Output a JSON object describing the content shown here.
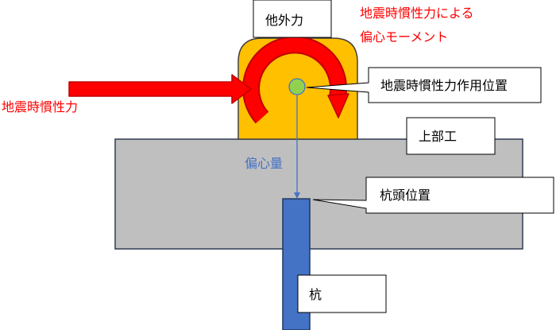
{
  "labels": {
    "other_force": "他外力",
    "moment_line1": "地震時慣性力による",
    "moment_line2": "偏心モーメント",
    "seismic_force": "地震時慣性力",
    "action_point": "地震時慣性力作用位置",
    "superstructure": "上部工",
    "eccentricity": "偏心量",
    "pile_head": "杭頭位置",
    "pile": "杭"
  },
  "colors": {
    "block": "#ffc000",
    "block_stroke": "#404040",
    "super": "#bfbfbf",
    "super_stroke": "#2f3b52",
    "pile": "#4472c4",
    "pile_stroke": "#1f3763",
    "arrow": "#ff0000",
    "arrow_stroke": "#c00000",
    "point": "#92d050",
    "line": "#4472c4",
    "red_text": "#ff0000",
    "blue_text": "#4472c4"
  }
}
